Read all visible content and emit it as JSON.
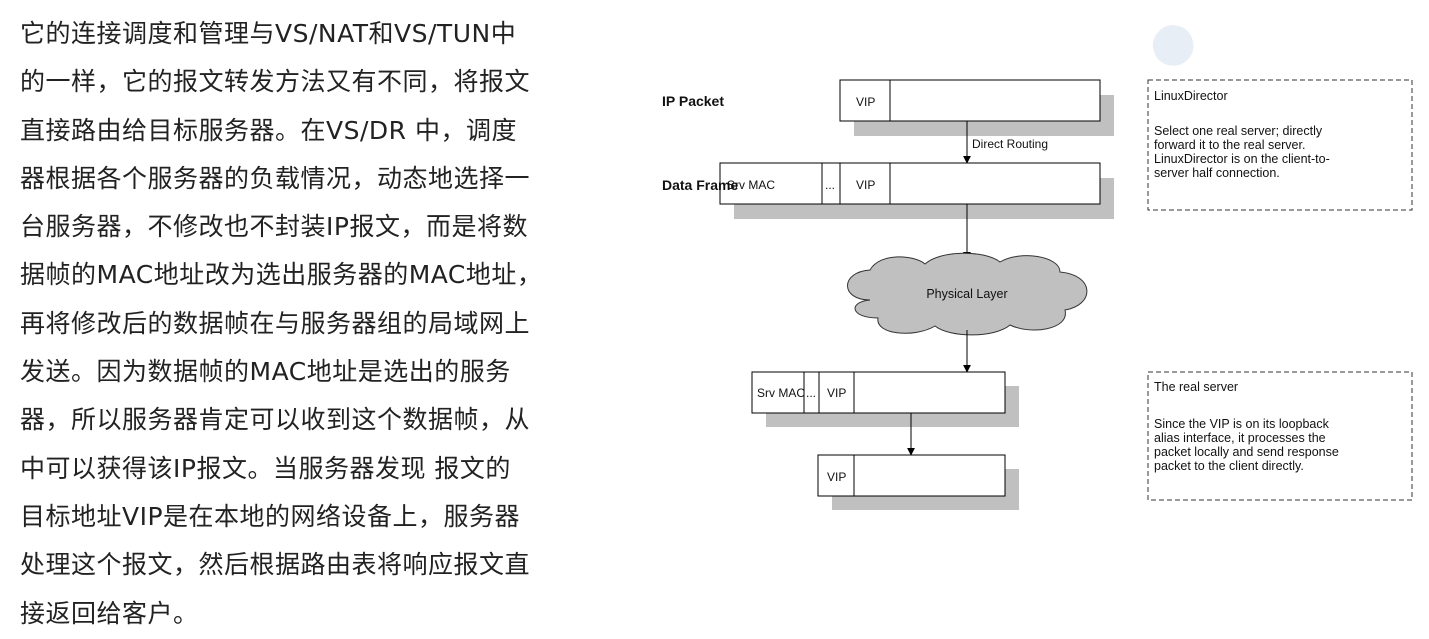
{
  "paragraph": [
    "它的连接调度和管理与VS/NAT和VS/TUN中",
    "的一样，它的报文转发方法又有不同，将报文",
    "直接路由给目标服务器。在VS/DR 中，调度",
    "器根据各个服务器的负载情况，动态地选择一",
    "台服务器，不修改也不封装IP报文，而是将数",
    "据帧的MAC地址改为选出服务器的MAC地址，",
    "再将修改后的数据帧在与服务器组的局域网上",
    "发送。因为数据帧的MAC地址是选出的服务",
    "器，所以服务器肯定可以收到这个数据帧，从",
    "中可以获得该IP报文。当服务器发现 报文的",
    "目标地址VIP是在本地的网络设备上，服务器",
    "处理这个报文，然后根据路由表将响应报文直",
    "接返回给客户。"
  ],
  "diagram": {
    "ip_packet_label": "IP Packet",
    "data_frame_label": "Data Frame",
    "vip": "VIP",
    "srv_mac": "Srv MAC",
    "ellipsis": "...",
    "direct_routing": "Direct Routing",
    "physical_layer": "Physical Layer",
    "note1": {
      "title": "LinuxDirector",
      "lines": [
        "Select one real server; directly",
        "forward it to the real server.",
        "LinuxDirector is on the client-to-",
        "server half connection."
      ]
    },
    "note2": {
      "title": "The real server",
      "lines": [
        "Since the VIP is on its loopback",
        "alias interface, it processes the",
        "packet locally and send response",
        "packet to the client directly."
      ]
    }
  }
}
